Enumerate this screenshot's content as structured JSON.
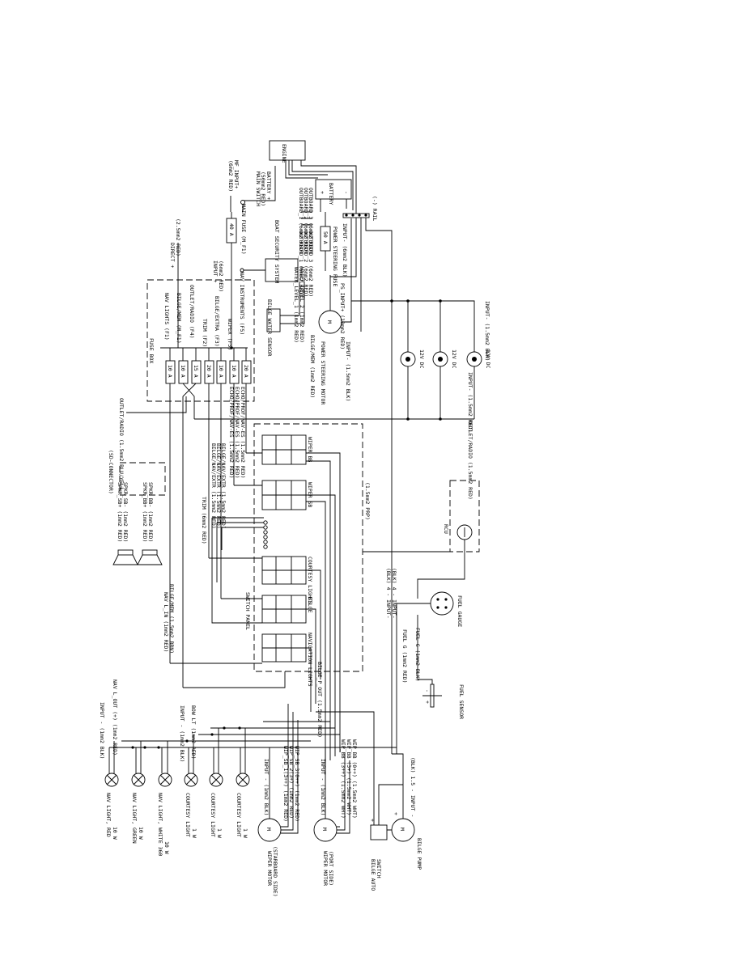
{
  "labels": {
    "engine": "ENGINE",
    "battery": "BATTERY",
    "rail": "(-) RAIL",
    "main_switch": "MAIN SWITCH",
    "mf_input": "MF_INPUT+",
    "mf_input_wire": "(6mm2 RED)",
    "battery_plus": "BATTERY +",
    "battery_plus_wire": "(50mm2 RED)",
    "main_fuse": "MAIN FUSE (M_F1)",
    "main_fuse_rating": "40 A",
    "direct_plus": "DIRECT +",
    "direct_plus_wire": "(2.5mm2 RED)",
    "input_plus": "INPUT +",
    "input_plus_wire": "(6mm2 RED)",
    "boat_security": "BOAT SECURITY SYSTEM",
    "ps_fuse": "POWER STEERING FUSE",
    "ps_fuse_rating": "50 A",
    "outboard_1": "OUTBOARD_1 (6mm2 RED)",
    "outboard_2": "OUTBOARD_2 (6mm2 RED)",
    "outboard_3": "OUTBOARD_3 (6mm2 RED)",
    "input_minus_6": "INPUT- (6mm2 BLK)",
    "bilge_water_sensor": "BILGE WATER SENSOR",
    "water_level_1": "WATER_LEVEL_1 (1mm2 RED)",
    "water_level_2": "WATER_LEVEL_2 (1mm2 RED)",
    "ps_motor": "POWER STEERING MOTOR",
    "ps_input_plus": "PS_INPUT+ (10mm2 RED)",
    "bilge_mem_wire": "BILGE/MEM (1mm2 RED)",
    "input_minus_15": "INPUT- (1.5mm2 BLK)",
    "input_minus_15b": "INPUT- (1.5mm2 BLK)",
    "input_minus_15r": "INPUT- (1.5mm2 RED)",
    "dc1": "12V DC",
    "dc2": "12V DC",
    "dc3": "12V DC",
    "outlet_radio_out": "OUTLET/RADIO (1.5mm2 RED)",
    "fuse_box": "FUSE BOX",
    "fuse_names": [
      "NAV LIGHTS (F1)",
      "BILGE/MEM (M_F1)",
      "OUTLET/RADIO (F4)",
      "TRIM (F2)",
      "BILGE/EXTRA (F3)",
      "WIPER (F5)",
      "NAV INSTRUMENTS (F5)"
    ],
    "fuse_ratings": [
      "10 A",
      "10 A",
      "15 A",
      "20 A",
      "10 A",
      "10 A",
      "20 A"
    ],
    "outlet_radio_wire": "OUTLET/RADIO (1.5mm2 BLU/YEL)",
    "echo_1": "ECHO/PROF/NAV-ES (1.5mm2 RED)",
    "echo_2": "ECHO/PROF/NAV-ES (1.5mm2 RED)",
    "echo_3": "ECHO/PROF/NAV-ES (1.5mm2 RED)",
    "bilge_nav_1": "BILGE/NAV/EXTR (1.5mm2 RED)",
    "bilge_nav_2": "BILGE/NAV/EXTR (1.5mm2 RED)",
    "bilge_nav_3": "BILGE/NAV/EXTR (1.5mm2 RED)",
    "trim_wire": "TRIM (6mm2 RED)",
    "wiper_bb": "WIPER BB",
    "wiper_sb": "WIPER SB",
    "courtesy_lights": "COURTESY LIGHTS",
    "bilge_switch": "BILGE",
    "navigation_lights": "NAVIGATION LIGHTS",
    "switch_panel": "SWITCH PANEL",
    "prp_wire": "(1.5mm2 PRP)",
    "sd_connector": "(SD-CONNECTOR)",
    "spkr_sb_plus": "SPKR_SB+ (1mm2 RED)",
    "spkr_sb_minus": "SPKR_SB- (1mm2 RED)",
    "spkr_bb_plus": "SPKR_BB+ (1mm2 RED)",
    "spkr_bb_minus": "SPKR_BB- (1mm2 RED)",
    "rcu": "RCU",
    "fuel_gauge": "FUEL GAUGE",
    "blk4_input_1": "(BLK) 4 - INPUT-",
    "blk4_input_2": "(BLK) 4 - INPUT-",
    "fuel_g_1": "FUEL G (1mm2 RED)",
    "fuel_g_2": "FUEL G (1mm2 BLK)",
    "fuel_sensor": "FUEL SENSOR",
    "nav_l_in": "NAV L_IN (1mm2 RED)",
    "bilge_mem_brn": "BILGE/MEM (1.5mm2 BRN)",
    "bilge_p_out": "BILGE_P_OUT (1.5mm2 RED)",
    "input_minus_1blk": "INPUT - (1mm2 BLK)",
    "nav_l_out": "NAV L_OUT (+) (1mm2 RED)",
    "input_minus_1blk_b": "INPUT - (1mm2 BLK)",
    "bow_lt": "BOW LT (1mm2 RED)",
    "nav_red": "NAV LIGHT, RED",
    "nav_red_w": "10 W",
    "nav_green": "NAV LIGHT, GREEN",
    "nav_green_w": "10 W",
    "nav_white": "NAV LIGHT, WHITE 360",
    "nav_white_w": "10 W",
    "courtesy_1": "COURTESY LIGHT",
    "courtesy_1_w": "1 W",
    "courtesy_2": "COURTESY LIGHT",
    "courtesy_2_w": "1 W",
    "courtesy_3": "COURTESY LIGHT",
    "courtesy_3_w": "1 W",
    "wiper_sb_input": "INPUT - (1mm2 BLK)",
    "wip_sb_1": "WIP_SB_1(3++) (1mm2 RED)",
    "wip_sb_2": "WIP_SB_2(3+) (1mm2 RED)",
    "wip_sb_3": "WIP_SB_3(0++) (1mm2 RED)",
    "wiper_motor_sb": "WIPER MOTOR",
    "wiper_motor_sb_side": "(STARBOARD SIDE)",
    "wiper_bb_input": "INPUT - (1mm2 BLK)",
    "wip_bb_1": "WIP_BB (3++) (1.5mm2 WHT)",
    "wip_bb_2": "WIP_BB (3+) (1.5mm2 WHT)",
    "wip_bb_3": "WIP_BB (0++) (1.5mm2 WHT)",
    "wiper_motor_bb": "WIPER MOTOR",
    "wiper_motor_bb_side": "(PORT SIDE)",
    "bilge_auto": "BILGE AUTO",
    "bilge_auto_2": "SWITCH",
    "bilge_pump": "BILGE PUMP",
    "bilge_pump_wire": "(BLK) 1.5 - INPUT -"
  }
}
